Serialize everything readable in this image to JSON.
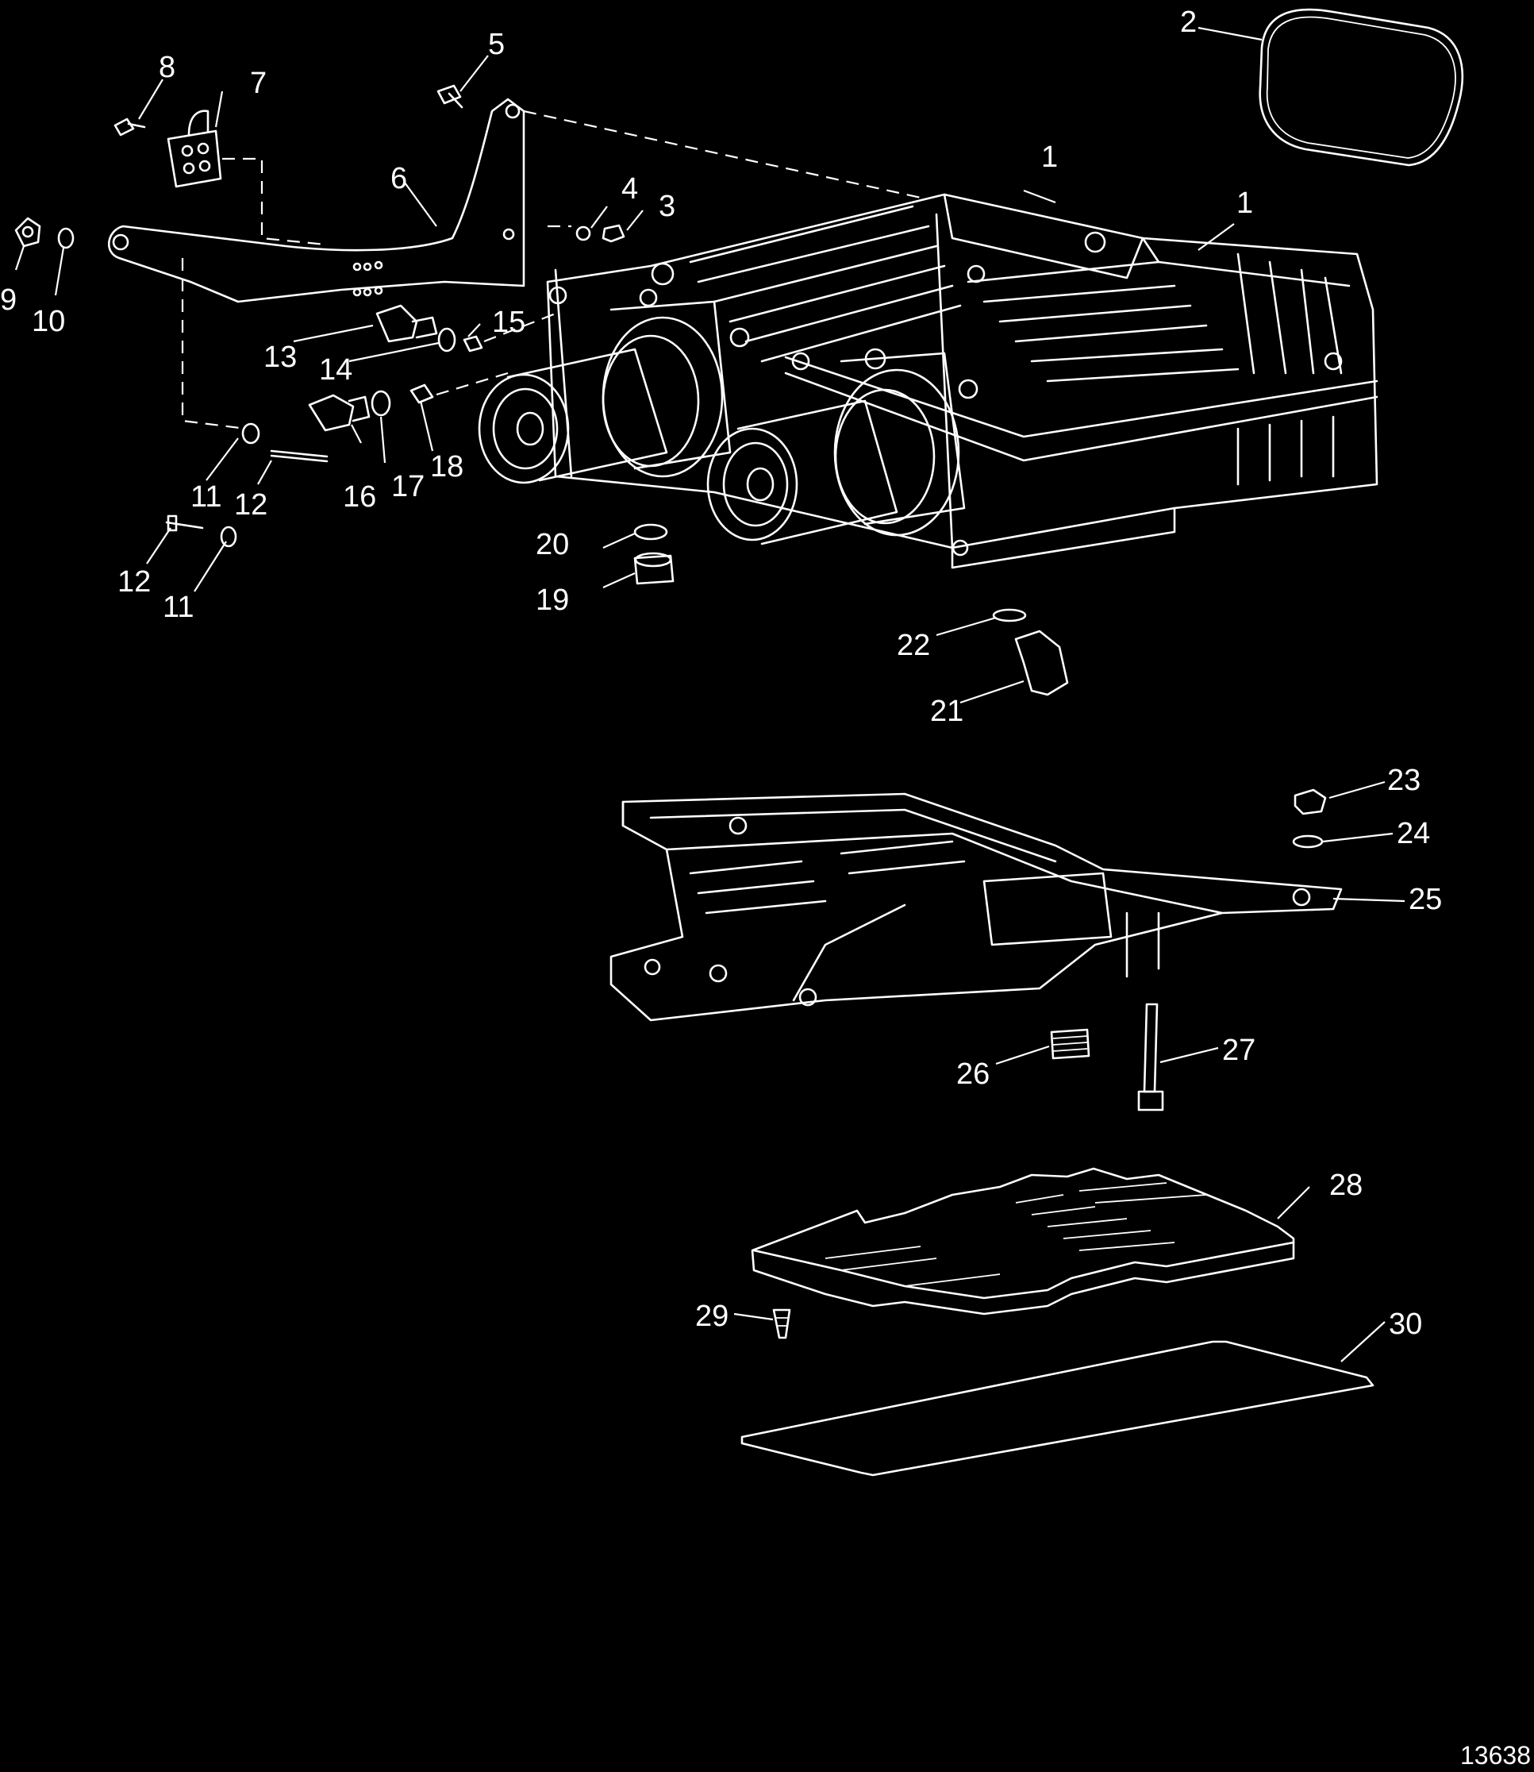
{
  "figure_number": "13638",
  "callouts": {
    "c1a": "1",
    "c1b": "1",
    "c2": "2",
    "c3": "3",
    "c4": "4",
    "c5": "5",
    "c6": "6",
    "c7": "7",
    "c8": "8",
    "c9": "9",
    "c10": "10",
    "c11a": "11",
    "c11b": "11",
    "c12a": "12",
    "c12b": "12",
    "c13": "13",
    "c14": "14",
    "c15": "15",
    "c16": "16",
    "c17": "17",
    "c18": "18",
    "c19": "19",
    "c20": "20",
    "c21": "21",
    "c22": "22",
    "c23": "23",
    "c24": "24",
    "c25": "25",
    "c26": "26",
    "c27": "27",
    "c28": "28",
    "c29": "29",
    "c30": "30"
  }
}
